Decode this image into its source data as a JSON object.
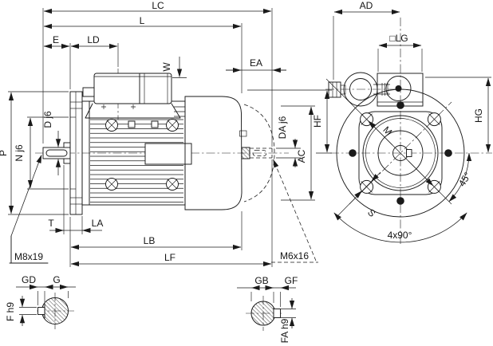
{
  "colors": {
    "line": "#1a1a1a",
    "background": "#ffffff"
  },
  "labels": {
    "side": {
      "lc": "LC",
      "l": "L",
      "e": "E",
      "ld": "LD",
      "w": "W",
      "ea": "EA",
      "hf": "HF",
      "ac": "AC",
      "da": "DA j6",
      "d": "D j6",
      "n": "N j6",
      "p": "P",
      "t": "T",
      "la": "LA",
      "lb": "LB",
      "lf": "LF",
      "m8": "M8x19",
      "m6": "M6x16"
    },
    "front": {
      "ad": "AD",
      "lg": "□LG",
      "hg": "HG",
      "m": "M",
      "a45": "45°",
      "a90": "4x90°",
      "s": "S"
    },
    "section_d": {
      "gd": "GD",
      "g": "G",
      "f": "F h9"
    },
    "section_da": {
      "gb": "GB",
      "gf": "GF",
      "fa": "FA h9"
    }
  }
}
